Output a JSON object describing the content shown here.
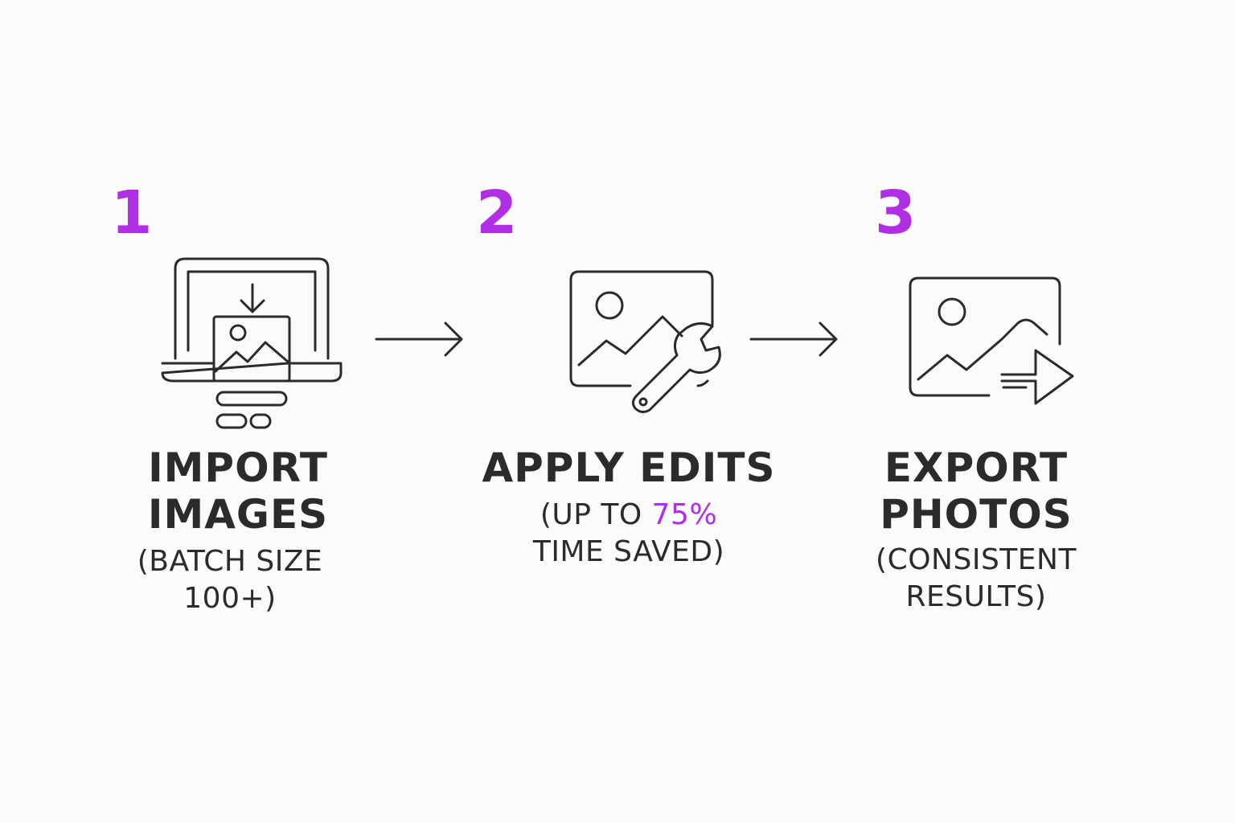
{
  "colors": {
    "accent": "#b02ee3",
    "text": "#2b2b2d",
    "background": "#fbfbfa"
  },
  "steps": [
    {
      "number": "1",
      "icon": "laptop-import-image-icon",
      "title_lines": [
        "IMPORT",
        "IMAGES"
      ],
      "desc_lines": [
        "(BATCH SIZE",
        "100+)"
      ]
    },
    {
      "number": "2",
      "icon": "image-wrench-icon",
      "title_lines": [
        "APPLY EDITS"
      ],
      "desc_prefix": "(UP TO ",
      "desc_highlight": "75%",
      "desc_line2": "TIME SAVED)"
    },
    {
      "number": "3",
      "icon": "image-export-arrow-icon",
      "title_lines": [
        "EXPORT",
        "PHOTOS"
      ],
      "desc_lines": [
        "(CONSISTENT",
        "RESULTS)"
      ]
    }
  ],
  "connectors": [
    "arrow-right-icon",
    "arrow-right-icon"
  ]
}
